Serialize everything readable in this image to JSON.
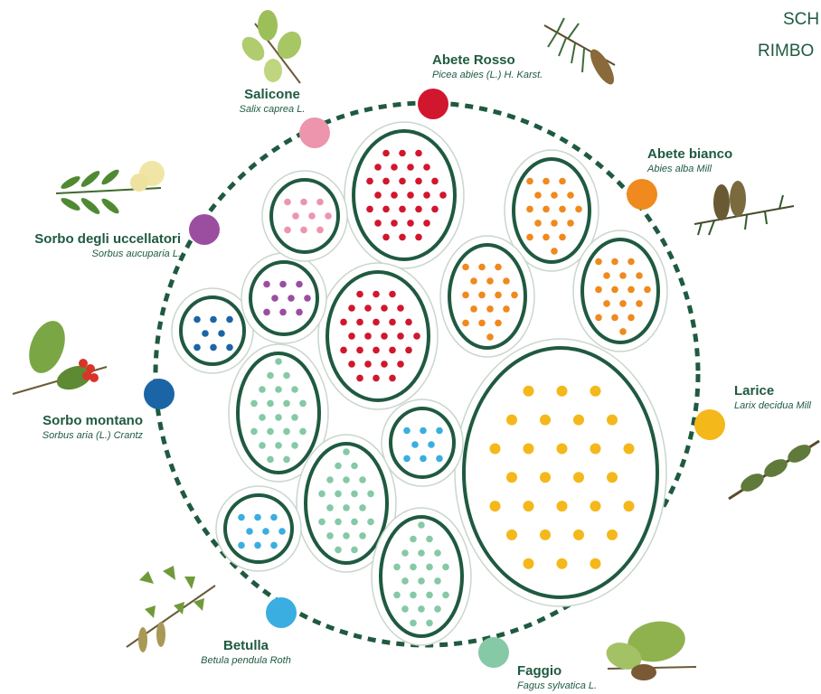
{
  "title_fragment": [
    "SCH",
    "RIMBO"
  ],
  "species": [
    {
      "id": "abete-rosso",
      "common": "Abete Rosso",
      "scientific": "Picea abies (L.) H. Karst.",
      "color": "#d0172e"
    },
    {
      "id": "abete-bianco",
      "common": "Abete bianco",
      "scientific": "Abies alba Mill",
      "color": "#f0891e"
    },
    {
      "id": "larice",
      "common": "Larice",
      "scientific": "Larix decidua Mill",
      "color": "#f4b81b"
    },
    {
      "id": "faggio",
      "common": "Faggio",
      "scientific": "Fagus sylvatica L.",
      "color": "#85c9a6"
    },
    {
      "id": "betulla",
      "common": "Betulla",
      "scientific": "Betula pendula Roth",
      "color": "#3aaee0"
    },
    {
      "id": "sorbo-montano",
      "common": "Sorbo montano",
      "scientific": "Sorbus aria (L.) Crantz",
      "color": "#1b65a6"
    },
    {
      "id": "sorbo-uccellatori",
      "common": "Sorbo degli uccellatori",
      "scientific": "Sorbus aucuparia L.",
      "color": "#9b4ea0"
    },
    {
      "id": "salicone",
      "common": "Salicone",
      "scientific": "Salix caprea L.",
      "color": "#ec95ad"
    }
  ],
  "colors": {
    "outline": "#1f5a40",
    "halo": "#c9d6cd",
    "text": "#1f5a40"
  }
}
